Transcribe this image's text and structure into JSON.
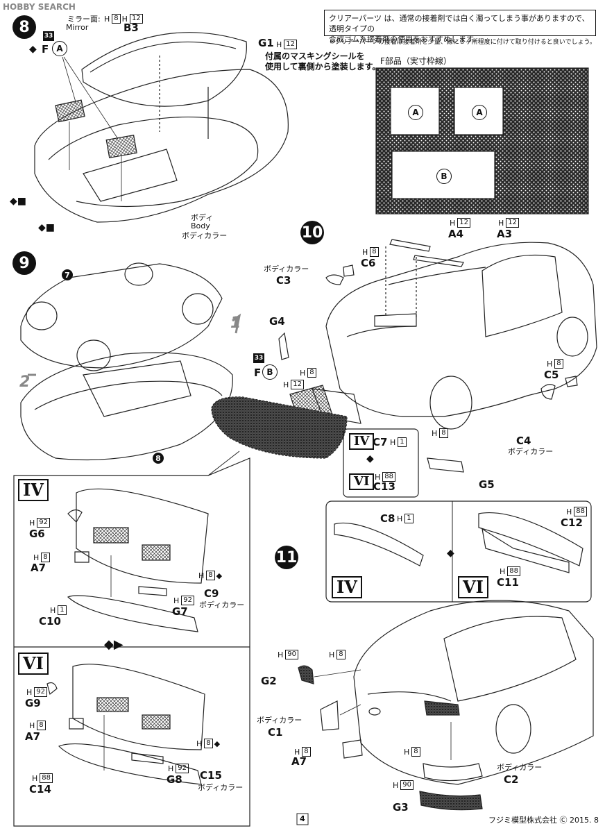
{
  "header": {
    "watermark": "HOBBY SEARCH"
  },
  "notes": {
    "clear_parts_line1": "クリアーパーツ は、通常の接着剤では白く濁ってしまう事がありますので、透明タイプの",
    "clear_parts_line2": "合成ゴム系接着剤の使用をおすすめします。",
    "clear_parts_small": "※クリアーパーツの接着は接着剤を少量、縁に３ヶ所程度に付けて取り付けると良いでしょう。",
    "masking_line1": "付属のマスキングシールを",
    "masking_line2": "使用して裏側から塗装します。"
  },
  "steps": {
    "s8": "8",
    "s9": "9",
    "s10": "10",
    "s11": "11"
  },
  "step8": {
    "mirror_jp": "ミラー面:",
    "mirror_en": "Mirror",
    "b3": "B3",
    "g1": "G1",
    "f_label": "F",
    "a_label": "A",
    "sq33": "33",
    "body_jp": "ボディ",
    "body_en": "Body",
    "body_color": "ボディカラー"
  },
  "step9": {
    "n7": "7",
    "n8": "8",
    "one": "1",
    "two": "2"
  },
  "fparts": {
    "title": "F部品（実寸枠線）",
    "a1": "A",
    "a2": "A",
    "b": "B"
  },
  "step10": {
    "a4": "A4",
    "a3": "A3",
    "c6": "C6",
    "c3": "C3",
    "c3_color": "ボディカラー",
    "g4": "G4",
    "f_b_f": "F",
    "f_b_b": "B",
    "sq33": "33",
    "c5": "C5",
    "c4": "C4",
    "c4_color": "ボディカラー",
    "g5": "G5",
    "iv": "IV",
    "vi": "VI",
    "c7": "C7",
    "c13": "C13"
  },
  "detail": {
    "iv": "IV",
    "vi": "VI",
    "g6": "G6",
    "a7_1": "A7",
    "c9": "C9",
    "c9_color": "ボディカラー",
    "g7": "G7",
    "c10": "C10",
    "g9": "G9",
    "a7_2": "A7",
    "c15": "C15",
    "c15_color": "ボディカラー",
    "g8": "G8",
    "c14": "C14"
  },
  "step11": {
    "c8": "C8",
    "c12": "C12",
    "c11": "C11",
    "iv": "IV",
    "vi": "VI",
    "g2": "G2",
    "c1": "C1",
    "c1_color": "ボディカラー",
    "a7": "A7",
    "c2": "C2",
    "c2_color": "ボディカラー",
    "g3": "G3"
  },
  "paint": {
    "h": "H",
    "h8": "8",
    "h12": "12",
    "h1": "1",
    "h88": "88",
    "h92": "92",
    "h90": "90"
  },
  "footer": {
    "page": "4",
    "company": "フジミ模型株式会社 Ⓒ 2015. 8"
  }
}
